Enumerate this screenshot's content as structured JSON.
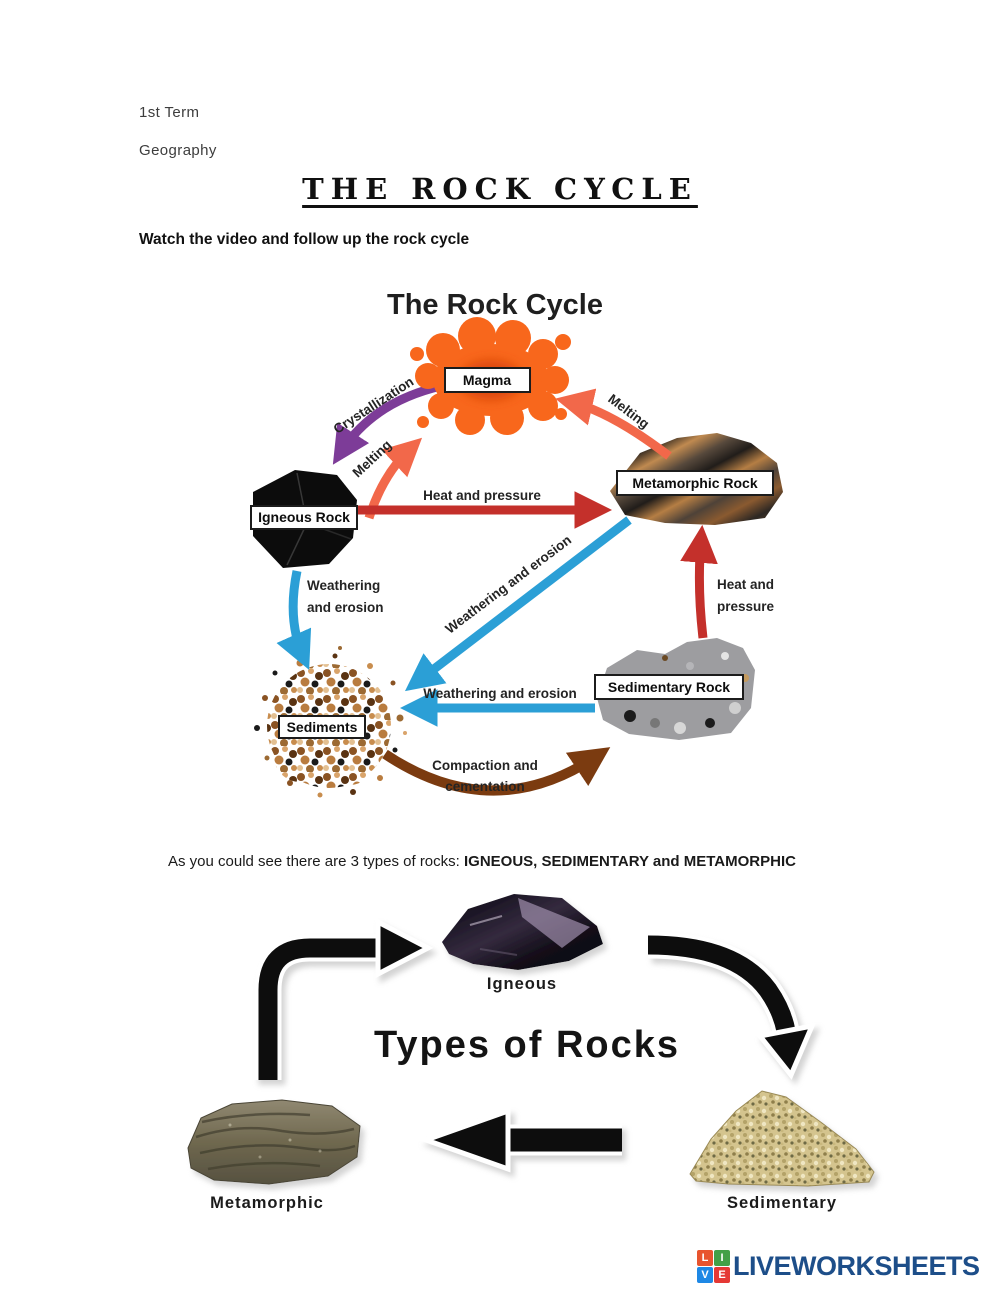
{
  "page": {
    "term": "1st Term",
    "subject": "Geography",
    "title": "THE ROCK CYCLE",
    "instruction": "Watch the video and follow up the rock cycle",
    "note": {
      "intro": "As you could see there are 3 types of rocks: ",
      "bold": "IGNEOUS, SEDIMENTARY and METAMORPHIC"
    }
  },
  "cycle_diagram": {
    "title": "The Rock Cycle",
    "nodes": {
      "magma": "Magma",
      "igneous": "Igneous Rock",
      "metamorphic": "Metamorphic Rock",
      "sedimentary": "Sedimentary Rock",
      "sediments": "Sediments"
    },
    "arrows": {
      "crystallization": "Crystallization",
      "melting_left": "Melting",
      "melting_right": "Melting",
      "heat_pressure": "Heat and pressure",
      "weathering_diagonal": "Weathering and erosion",
      "weathering_left_line1": "Weathering",
      "weathering_left_line2": "and erosion",
      "heat_pressure_right_line1": "Heat and",
      "heat_pressure_right_line2": "pressure",
      "weathering_bottom": "Weathering and erosion",
      "compaction_line1": "Compaction and",
      "compaction_line2": "cementation"
    },
    "colors": {
      "magma_orange": "#f8671c",
      "crystallization_purple": "#7d3c98",
      "melting_salmon": "#f2684a",
      "heat_red": "#c4302b",
      "weathering_blue": "#2b9fd6",
      "compaction_brown": "#7b3b10"
    }
  },
  "types_diagram": {
    "title": "Types of Rocks",
    "igneous_label": "Igneous",
    "metamorphic_label": "Metamorphic",
    "sedimentary_label": "Sedimentary"
  },
  "footer_logo": {
    "letters": [
      "L",
      "I",
      "V",
      "E"
    ],
    "letter_colors": [
      "#e8542e",
      "#43a047",
      "#1e88e5",
      "#e53935"
    ],
    "brand": "LIVEWORKSHEETS",
    "brand_color": "#1d4e89"
  }
}
